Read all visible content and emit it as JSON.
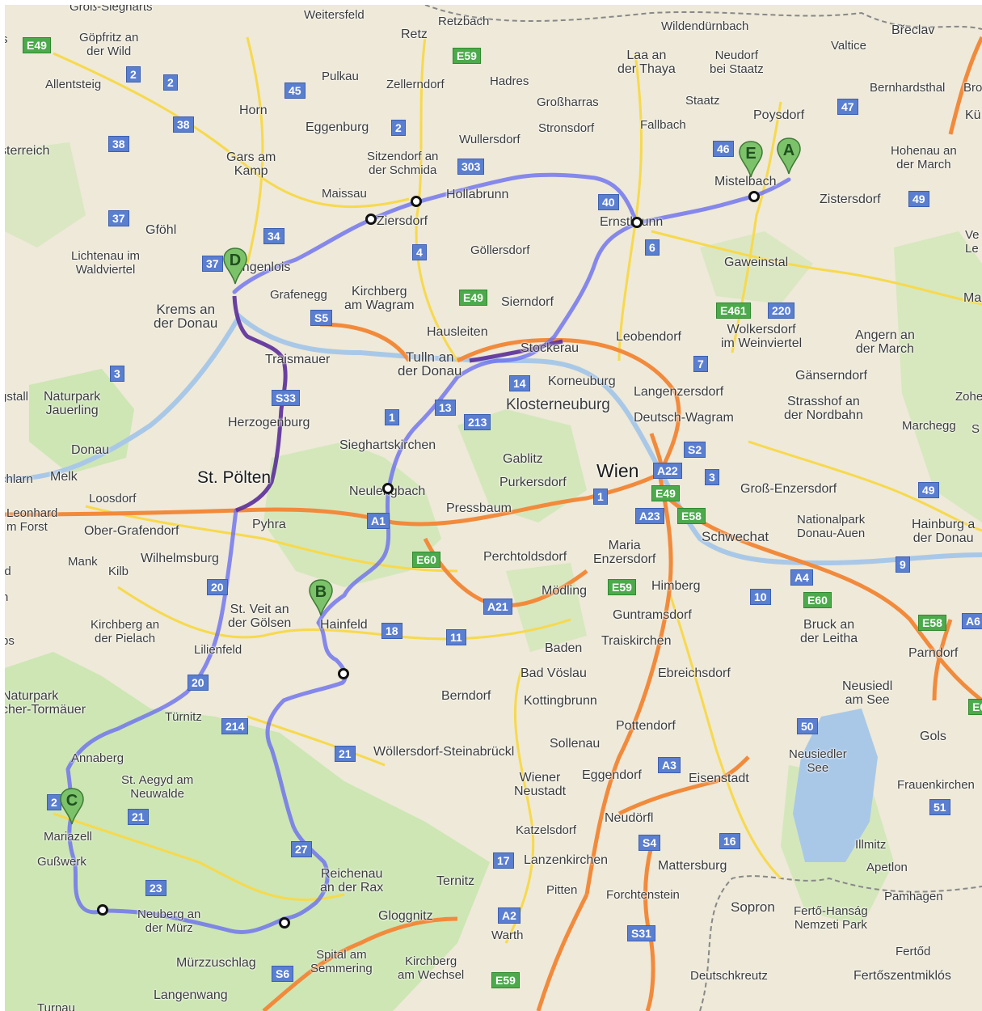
{
  "colors": {
    "land": "#eee9d8",
    "forest": "#cde6b4",
    "water": "#a9c8e8",
    "motorway": "#f28a3c",
    "road": "#f7d94c",
    "route": "#6b6ff0",
    "route_dark": "#5a2e9a",
    "shield_blue": "#5b7fd0",
    "shield_green": "#4caa4c",
    "marker": "#7cc26a"
  },
  "markers": [
    {
      "id": "A",
      "label": "A"
    },
    {
      "id": "B",
      "label": "B"
    },
    {
      "id": "C",
      "label": "C"
    },
    {
      "id": "D",
      "label": "D"
    },
    {
      "id": "E",
      "label": "E"
    }
  ],
  "places": {
    "gross_siegharts": "Groß-Siegharts",
    "weitersfeld": "Weitersfeld",
    "retzbach": "Retzbach",
    "wildendurnbach": "Wildendürnbach",
    "breclav": "Břeclav",
    "gopfritz": "Göpfritz an\nder Wild",
    "retz": "Retz",
    "laa": "Laa an\nder Thaya",
    "neudorf_staatz": "Neudorf\nbei Staatz",
    "valtice": "Valtice",
    "allentsteig": "Allentsteig",
    "pulkau": "Pulkau",
    "zellerndorf": "Zellerndorf",
    "hadres": "Hadres",
    "bernhardsthal": "Bernhardsthal",
    "horn": "Horn",
    "grossharras": "Großharras",
    "staatz": "Staatz",
    "poysdorf": "Poysdorf",
    "eggenburg": "Eggenburg",
    "stronsdorf": "Stronsdorf",
    "fallbach": "Fallbach",
    "osterreich": "sterreich",
    "wullersdorf": "Wullersdorf",
    "gars": "Gars am\nKamp",
    "sitzendorf": "Sitzendorf an\nder Schmida",
    "hohenau": "Hohenau an\nder March",
    "mistelbach": "Mistelbach",
    "maissau": "Maissau",
    "hollabrunn": "Hollabrunn",
    "zistersdorf": "Zistersdorf",
    "ziersdorf": "Ziersdorf",
    "ernstbrunn": "Ernstbrunn",
    "gfohl": "Gföhl",
    "gollersdorf": "Göllersdorf",
    "lichtenau": "Lichtenau im\nWaldviertel",
    "langenlois": "Langenlois",
    "gaweinstal": "Gaweinstal",
    "grafenegg": "Grafenegg",
    "kirchberg_wagram": "Kirchberg\nam Wagram",
    "sierndorf": "Sierndorf",
    "krems": "Krems an\nder Donau",
    "wolkersdorf": "Wolkersdorf\nim Weinviertel",
    "leobendorf": "Leobendorf",
    "hausleiten": "Hausleiten",
    "angern": "Angern an\nder March",
    "stockerau": "Stockerau",
    "tulln": "Tulln an\nder Donau",
    "traismauer": "Traismauer",
    "korneuburg": "Korneuburg",
    "ganserndorf": "Gänserndorf",
    "langenzersdorf": "Langenzersdorf",
    "jauerling": "Naturpark\nJauerling",
    "gstall": "gstall",
    "strasshof": "Strasshof an\nder Nordbahn",
    "zohe": "Zohe",
    "klosterneuburg": "Klosterneuburg",
    "herzogenburg": "Herzogenburg",
    "deutsch_wagram": "Deutsch-Wagram",
    "marchegg": "Marchegg",
    "donau": "Donau",
    "sieghartskirchen": "Sieghartskirchen",
    "gablitz": "Gablitz",
    "wien": "Wien",
    "st_polten": "St. Pölten",
    "melk": "Melk",
    "chlarn": "chlarn",
    "purkersdorf": "Purkersdorf",
    "gross_enzersdorf": "Groß-Enzersdorf",
    "loosdorf": "Loosdorf",
    "neulengbach": "Neulengbach",
    "leonhard": "Leonhard\nm Forst",
    "pressbaum": "Pressbaum",
    "nationalpark_donau": "Nationalpark\nDonau-Auen",
    "pyhra": "Pyhra",
    "hainburg": "Hainburg a\nder Donau",
    "ober_grafendorf": "Ober-Grafendorf",
    "schwechat": "Schwechat",
    "maria_enzersdorf": "Maria\nEnzersdorf",
    "mank": "Mank",
    "wilhelmsburg": "Wilhelmsburg",
    "kilb": "Kilb",
    "perchtoldsdorf": "Perchtoldsdorf",
    "modling": "Mödling",
    "himberg": "Himberg",
    "st_veit": "St. Veit an\nder Gölsen",
    "kirchberg_pielach": "Kirchberg an\nder Pielach",
    "guntramsdorf": "Guntramsdorf",
    "hainfeld": "Hainfeld",
    "bruck": "Bruck an\nder Leitha",
    "lilienfeld": "Lilienfeld",
    "baden": "Baden",
    "traiskirchen": "Traiskirchen",
    "parndorf": "Parndorf",
    "bad_voslau": "Bad Vöslau",
    "ebreichsdorf": "Ebreichsdorf",
    "neusiedl": "Neusiedl\nam See",
    "naturpark_torm": "Naturpark\ncher-Tormäuer",
    "berndorf": "Berndorf",
    "kottingbrunn": "Kottingbrunn",
    "turnitz": "Türnitz",
    "pottendorf": "Pottendorf",
    "gols": "Gols",
    "sollenau": "Sollenau",
    "annaberg": "Annaberg",
    "wollersdorf": "Wöllersdorf-Steinabrückl",
    "neusiedler_see": "Neusiedler\nSee",
    "st_aegyd": "St. Aegyd am\nNeuwalde",
    "wiener_neustadt": "Wiener\nNeustadt",
    "eggendorf": "Eggendorf",
    "eisenstadt": "Eisenstadt",
    "frauenkirchen": "Frauenkirchen",
    "mariazell": "Mariazell",
    "katzelsdorf": "Katzelsdorf",
    "neudorfl": "Neudörfl",
    "lanzenkirchen": "Lanzenkirchen",
    "illmitz": "Illmitz",
    "gusswerk": "Gußwerk",
    "mattersburg": "Mattersburg",
    "reichenau": "Reichenau\nan der Rax",
    "apetlon": "Apetlon",
    "ternitz": "Ternitz",
    "pitten": "Pitten",
    "pamhagen": "Pamhagen",
    "neuberg": "Neuberg an\nder Mürz",
    "forchtenstein": "Forchtenstein",
    "sopron": "Sopron",
    "ferto_hansag": "Fertő-Hanság\nNemzeti Park",
    "gloggnitz": "Gloggnitz",
    "warth": "Warth",
    "spital": "Spital am\nSemmering",
    "kirchberg_wechsel": "Kirchberg\nam Wechsel",
    "murzzuschlag": "Mürzzuschlag",
    "ferto": "Fertőd",
    "langenwang": "Langenwang",
    "deutschkreutz": "Deutschkreutz",
    "fertoszentmiklos": "Fertőszentmiklós",
    "turnau": "Turnau",
    "mai": "Ma",
    "kuc": "Kü",
    "bro": "Bro",
    "ve": "Ve\nLe",
    "zoh": "S",
    "bs": "bs",
    "id": "id",
    "h": "h",
    "s_edge": "s"
  },
  "road_shields": [
    "E49",
    "2",
    "2",
    "45",
    "2",
    "38",
    "38",
    "303",
    "E59",
    "47",
    "46",
    "40",
    "37",
    "34",
    "4",
    "6",
    "49",
    "37",
    "E49",
    "E461",
    "220",
    "S5",
    "3",
    "7",
    "14",
    "1",
    "13",
    "213",
    "S2",
    "A22",
    "3",
    "E49",
    "49",
    "1",
    "A23",
    "E58",
    "A1",
    "E60",
    "9",
    "20",
    "18",
    "11",
    "A21",
    "E59",
    "10",
    "A4",
    "E60",
    "E58",
    "A6",
    "20",
    "214",
    "50",
    "21",
    "A3",
    "21",
    "2",
    "27",
    "17",
    "S4",
    "16",
    "51",
    "23",
    "A2",
    "S31",
    "S6",
    "E59",
    "E6",
    "S33"
  ]
}
